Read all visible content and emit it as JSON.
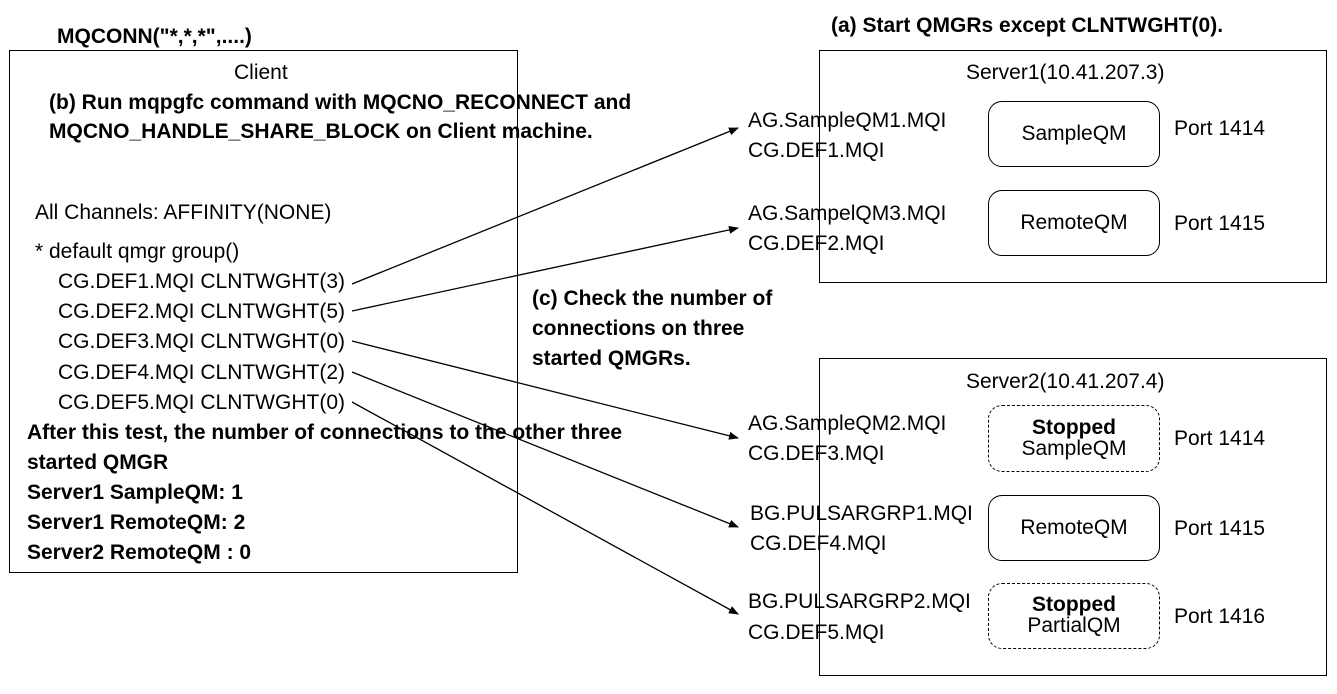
{
  "mqconn_label": "MQCONN(\"*,*,*\",....)",
  "step_a": "(a) Start QMGRs except CLNTWGHT(0).",
  "client": {
    "title": "Client",
    "step_b_line1": "(b) Run mqpgfc command with MQCNO_RECONNECT and",
    "step_b_line2": "MQCNO_HANDLE_SHARE_BLOCK on Client machine.",
    "affinity": "All Channels: AFFINITY(NONE)",
    "group": "* default qmgr group()",
    "channels": [
      "CG.DEF1.MQI CLNTWGHT(3)",
      "CG.DEF2.MQI CLNTWGHT(5)",
      "CG.DEF3.MQI CLNTWGHT(0)",
      "CG.DEF4.MQI CLNTWGHT(2)",
      "CG.DEF5.MQI CLNTWGHT(0)"
    ],
    "result_line1": "After this test, the number of connections to the other three",
    "result_line2": "started QMGR",
    "result_line3": "Server1 SampleQM: 1",
    "result_line4": "Server1 RemoteQM: 2",
    "result_line5": "Server2 RemoteQM : 0"
  },
  "step_c_line1": "(c) Check the number of",
  "step_c_line2": "connections on three",
  "step_c_line3": "started QMGRs.",
  "server1": {
    "title": "Server1(10.41.207.3)",
    "rows": [
      {
        "channel_line1": "AG.SampleQM1.MQI",
        "channel_line2": "CG.DEF1.MQI",
        "qm": "SampleQM",
        "port": "Port 1414",
        "status": ""
      },
      {
        "channel_line1": "AG.SampelQM3.MQI",
        "channel_line2": "CG.DEF2.MQI",
        "qm": "RemoteQM",
        "port": "Port 1415",
        "status": ""
      }
    ]
  },
  "server2": {
    "title": "Server2(10.41.207.4)",
    "rows": [
      {
        "channel_line1": "AG.SampleQM2.MQI",
        "channel_line2": "CG.DEF3.MQI",
        "qm": "SampleQM",
        "port": "Port 1414",
        "status": "Stopped"
      },
      {
        "channel_line1": "BG.PULSARGRP1.MQI",
        "channel_line2": "CG.DEF4.MQI",
        "qm": "RemoteQM",
        "port": "Port 1415",
        "status": ""
      },
      {
        "channel_line1": "BG.PULSARGRP2.MQI",
        "channel_line2": "CG.DEF5.MQI",
        "qm": "PartialQM",
        "port": "Port 1416",
        "status": "Stopped"
      }
    ]
  },
  "colors": {
    "line": "#000000",
    "background": "#ffffff"
  }
}
